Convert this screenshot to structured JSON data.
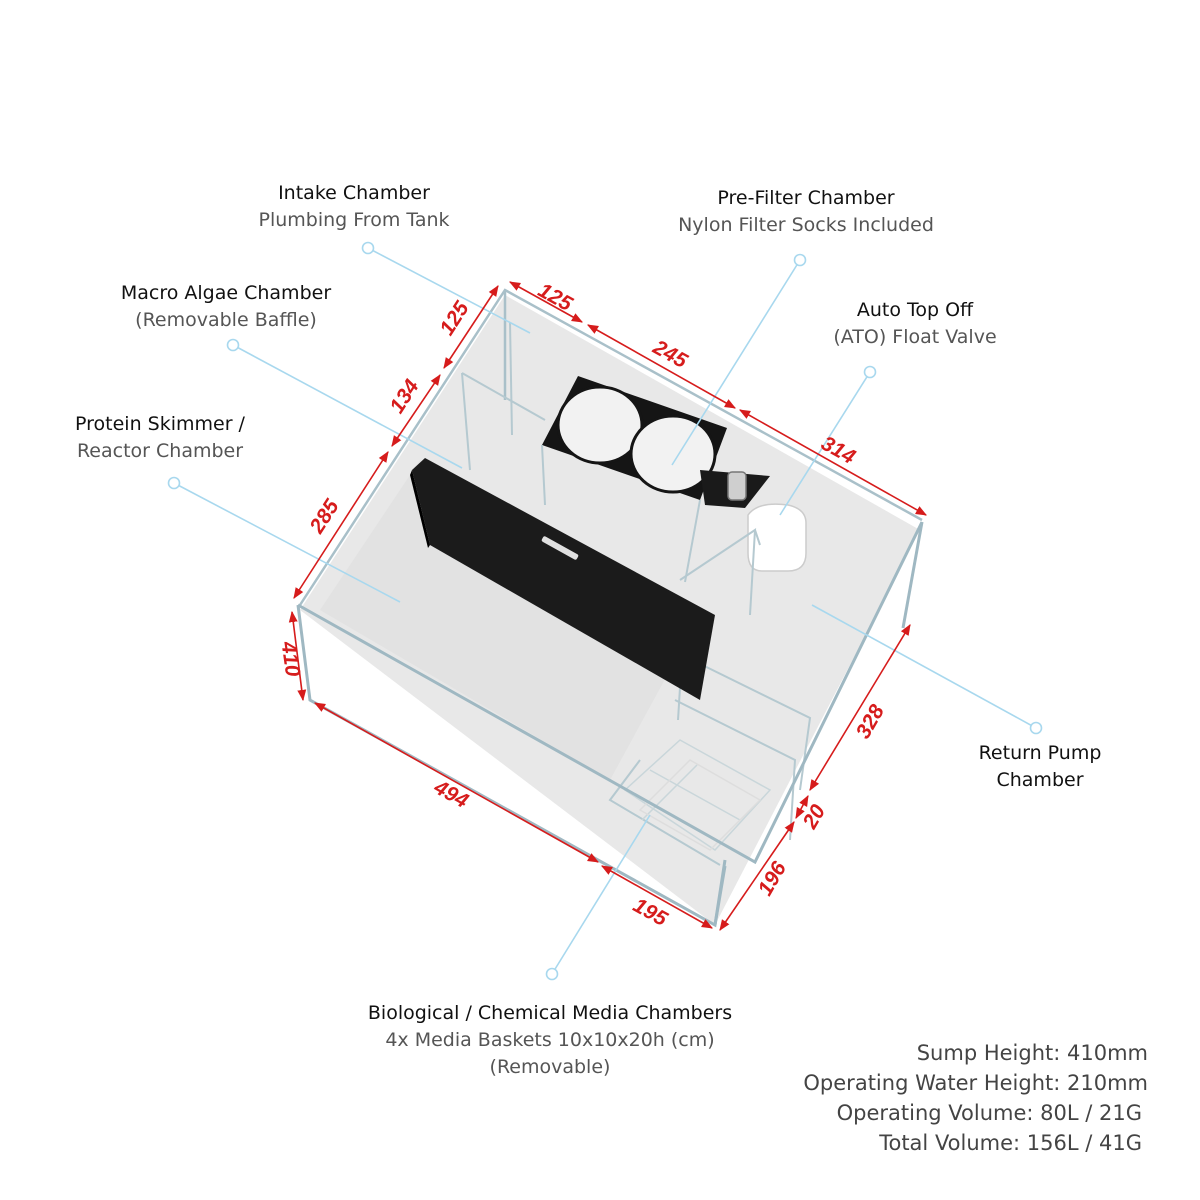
{
  "labels": {
    "intake": {
      "title": "Intake Chamber",
      "subtitle": "Plumbing From Tank"
    },
    "prefilter": {
      "title": "Pre-Filter Chamber",
      "subtitle": "Nylon Filter Socks Included"
    },
    "macro": {
      "title": "Macro Algae Chamber",
      "subtitle": "(Removable Baffle)"
    },
    "ato": {
      "title": "Auto Top Off",
      "subtitle": "(ATO) Float Valve"
    },
    "skimmer": {
      "title": "Protein Skimmer /",
      "subtitle": "Reactor Chamber"
    },
    "return": {
      "line1": "Return Pump",
      "line2": "Chamber"
    },
    "media": {
      "title": "Biological / Chemical Media Chambers",
      "subtitle": "4x Media Baskets 10x10x20h (cm)",
      "subtitle2": "(Removable)"
    }
  },
  "dimensions": {
    "d125a": "125",
    "d125b": "125",
    "d245": "245",
    "d314": "314",
    "d134": "134",
    "d285": "285",
    "d410": "410",
    "d494": "494",
    "d328": "328",
    "d20": "20",
    "d196": "196",
    "d195": "195"
  },
  "specs": {
    "sump_height": "Sump Height:  410mm",
    "operating_water_height": "Operating Water Height:  210mm",
    "operating_volume": "Operating Volume:  80L / 21G",
    "total_volume": "Total Volume: 156L / 41G"
  },
  "colors": {
    "dimension": "#d61c1c",
    "leader": "#a8d8ee",
    "glass": "#9fb8c2",
    "floor": "#eaeaea",
    "baffle": "#1a1a1a"
  }
}
